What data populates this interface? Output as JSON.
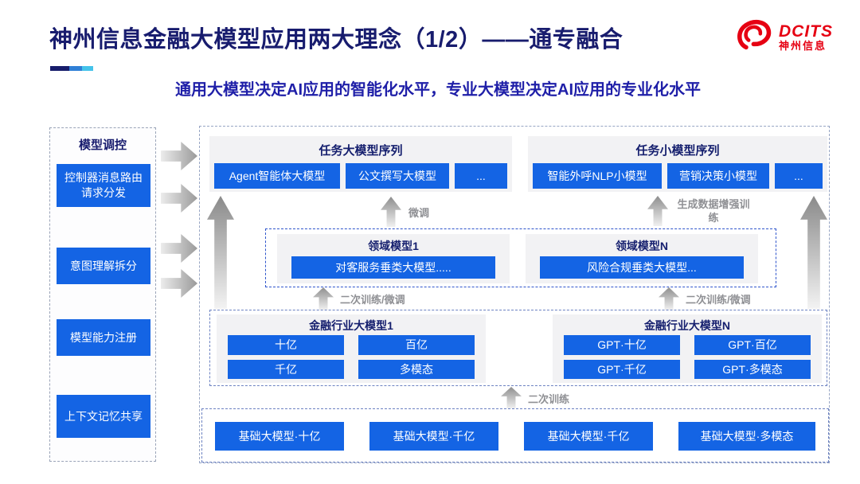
{
  "header": {
    "title": "神州信息金融大模型应用两大理念（1/2）——通专融合",
    "subtitle": "通用大模型决定AI应用的智能化水平，专业大模型决定AI应用的专业化水平",
    "logo": {
      "en": "DCITS",
      "cn": "神州信息"
    }
  },
  "colors": {
    "title_navy": "#181c6e",
    "subtitle_indigo": "#1f1fa8",
    "box_blue": "#1464e4",
    "logo_red": "#e60012",
    "arrow_gray": "#9a9a9a"
  },
  "sidebar": {
    "title": "模型调控",
    "items": [
      {
        "label": "控制器消息路由请求分发"
      },
      {
        "label": "意图理解拆分"
      },
      {
        "label": "模型能力注册"
      },
      {
        "label": "上下文记忆共享"
      }
    ]
  },
  "top_groups": [
    {
      "title": "任务大模型序列",
      "boxes": [
        "Agent智能体大模型",
        "公文撰写大模型",
        "..."
      ]
    },
    {
      "title": "任务小模型序列",
      "boxes": [
        "智能外呼NLP小模型",
        "营销决策小模型",
        "..."
      ]
    }
  ],
  "flow_labels": {
    "fine_tune": "微调",
    "gen_data_training": "生成数据增强训练",
    "secondary_train_left": "二次训练/微调",
    "secondary_train_right": "二次训练/微调",
    "secondary_train_bottom": "二次训练"
  },
  "domain_groups": [
    {
      "title": "领域模型1",
      "box": "对客服务垂类大模型....."
    },
    {
      "title": "领域模型N",
      "box": "风险合规垂类大模型..."
    }
  ],
  "industry_groups": [
    {
      "title": "金融行业大模型1",
      "boxes": [
        "十亿",
        "百亿",
        "千亿",
        "多模态"
      ]
    },
    {
      "title": "金融行业大模型N",
      "boxes": [
        "GPT·十亿",
        "GPT·百亿",
        "GPT·千亿",
        "GPT·多模态"
      ]
    }
  ],
  "base_models": [
    "基础大模型·十亿",
    "基础大模型·千亿",
    "基础大模型·千亿",
    "基础大模型·多模态"
  ]
}
